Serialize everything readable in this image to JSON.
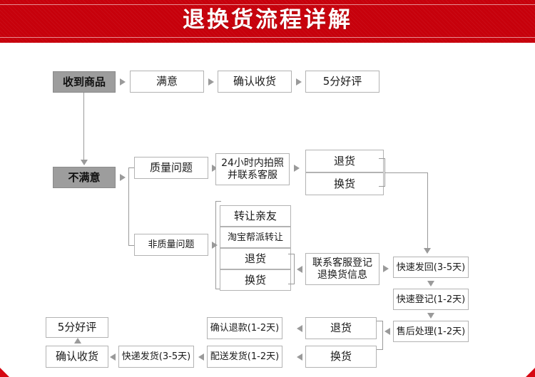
{
  "header": {
    "title": "退换货流程详解",
    "background_color": "#c7000b",
    "text_color": "#ffffff"
  },
  "colors": {
    "accent_red": "#c7000b",
    "corner_red": "#d60812",
    "node_fill": "#ffffff",
    "node_border": "#b3b3b3",
    "highlight_fill": "#9d9d9d",
    "connector": "#9a9a9a"
  },
  "flowchart": {
    "type": "flowchart",
    "title": "退换货流程详解",
    "nodes": [
      {
        "id": "n-received",
        "label": "收到商品",
        "style": "gray"
      },
      {
        "id": "n-satisfied",
        "label": "满意",
        "style": "plain"
      },
      {
        "id": "n-confirm-top",
        "label": "确认收货",
        "style": "plain"
      },
      {
        "id": "n-rating-top",
        "label": "5分好评",
        "style": "plain"
      },
      {
        "id": "n-unsatisfied",
        "label": "不满意",
        "style": "gray"
      },
      {
        "id": "n-quality",
        "label": "质量问题",
        "style": "plain"
      },
      {
        "id": "n-nonquality",
        "label": "非质量问题",
        "style": "plain"
      },
      {
        "id": "n-photo",
        "label": "24小时内拍照\n并联系客服",
        "style": "plain"
      },
      {
        "id": "n-return-a",
        "label": "退货",
        "style": "plain"
      },
      {
        "id": "n-exchange-a",
        "label": "换货",
        "style": "plain"
      },
      {
        "id": "n-transfer",
        "label": "转让亲友",
        "style": "plain"
      },
      {
        "id": "n-taobao",
        "label": "淘宝帮派转让",
        "style": "plain"
      },
      {
        "id": "n-return-b",
        "label": "退货",
        "style": "plain"
      },
      {
        "id": "n-exchange-b",
        "label": "换货",
        "style": "plain"
      },
      {
        "id": "n-register",
        "label": "联系客服登记\n退换货信息",
        "style": "plain"
      },
      {
        "id": "n-sendback",
        "label": "快速发回(3-5天)",
        "style": "plain"
      },
      {
        "id": "n-quickreg",
        "label": "快速登记(1-2天)",
        "style": "plain"
      },
      {
        "id": "n-aftersale",
        "label": "售后处理(1-2天)",
        "style": "plain"
      },
      {
        "id": "n-return-c",
        "label": "退货",
        "style": "plain"
      },
      {
        "id": "n-exchange-c",
        "label": "换货",
        "style": "plain"
      },
      {
        "id": "n-refund",
        "label": "确认退款(1-2天)",
        "style": "plain"
      },
      {
        "id": "n-deliver",
        "label": "配送发货(1-2天)",
        "style": "plain"
      },
      {
        "id": "n-express",
        "label": "快递发货(3-5天)",
        "style": "plain"
      },
      {
        "id": "n-confirm-bottom",
        "label": "确认收货",
        "style": "plain"
      },
      {
        "id": "n-rating-bottom",
        "label": "5分好评",
        "style": "plain"
      }
    ],
    "edges": [
      {
        "from": "n-received",
        "to": "n-satisfied",
        "dir": "right"
      },
      {
        "from": "n-satisfied",
        "to": "n-confirm-top",
        "dir": "right"
      },
      {
        "from": "n-confirm-top",
        "to": "n-rating-top",
        "dir": "right"
      },
      {
        "from": "n-received",
        "to": "n-unsatisfied",
        "dir": "down"
      },
      {
        "from": "n-unsatisfied",
        "to": "n-quality",
        "dir": "right"
      },
      {
        "from": "n-unsatisfied",
        "to": "n-nonquality",
        "dir": "right"
      },
      {
        "from": "n-quality",
        "to": "n-photo",
        "dir": "right"
      },
      {
        "from": "n-photo",
        "to": "n-return-a",
        "dir": "right"
      },
      {
        "from": "n-photo",
        "to": "n-exchange-a",
        "dir": "right"
      },
      {
        "from": "n-return-a",
        "to": "n-sendback",
        "dir": "down"
      },
      {
        "from": "n-nonquality",
        "to": "n-transfer",
        "dir": "right"
      },
      {
        "from": "n-nonquality",
        "to": "n-taobao",
        "dir": "right"
      },
      {
        "from": "n-nonquality",
        "to": "n-return-b",
        "dir": "right"
      },
      {
        "from": "n-nonquality",
        "to": "n-exchange-b",
        "dir": "right"
      },
      {
        "from": "n-register",
        "to": "n-return-b",
        "dir": "left"
      },
      {
        "from": "n-register",
        "to": "n-sendback",
        "dir": "right"
      },
      {
        "from": "n-sendback",
        "to": "n-quickreg",
        "dir": "down"
      },
      {
        "from": "n-quickreg",
        "to": "n-aftersale",
        "dir": "down"
      },
      {
        "from": "n-aftersale",
        "to": "n-return-c",
        "dir": "left"
      },
      {
        "from": "n-aftersale",
        "to": "n-exchange-c",
        "dir": "left"
      },
      {
        "from": "n-return-c",
        "to": "n-refund",
        "dir": "left"
      },
      {
        "from": "n-exchange-c",
        "to": "n-deliver",
        "dir": "left"
      },
      {
        "from": "n-deliver",
        "to": "n-express",
        "dir": "left"
      },
      {
        "from": "n-express",
        "to": "n-confirm-bottom",
        "dir": "left"
      },
      {
        "from": "n-confirm-bottom",
        "to": "n-rating-bottom",
        "dir": "up"
      }
    ]
  }
}
